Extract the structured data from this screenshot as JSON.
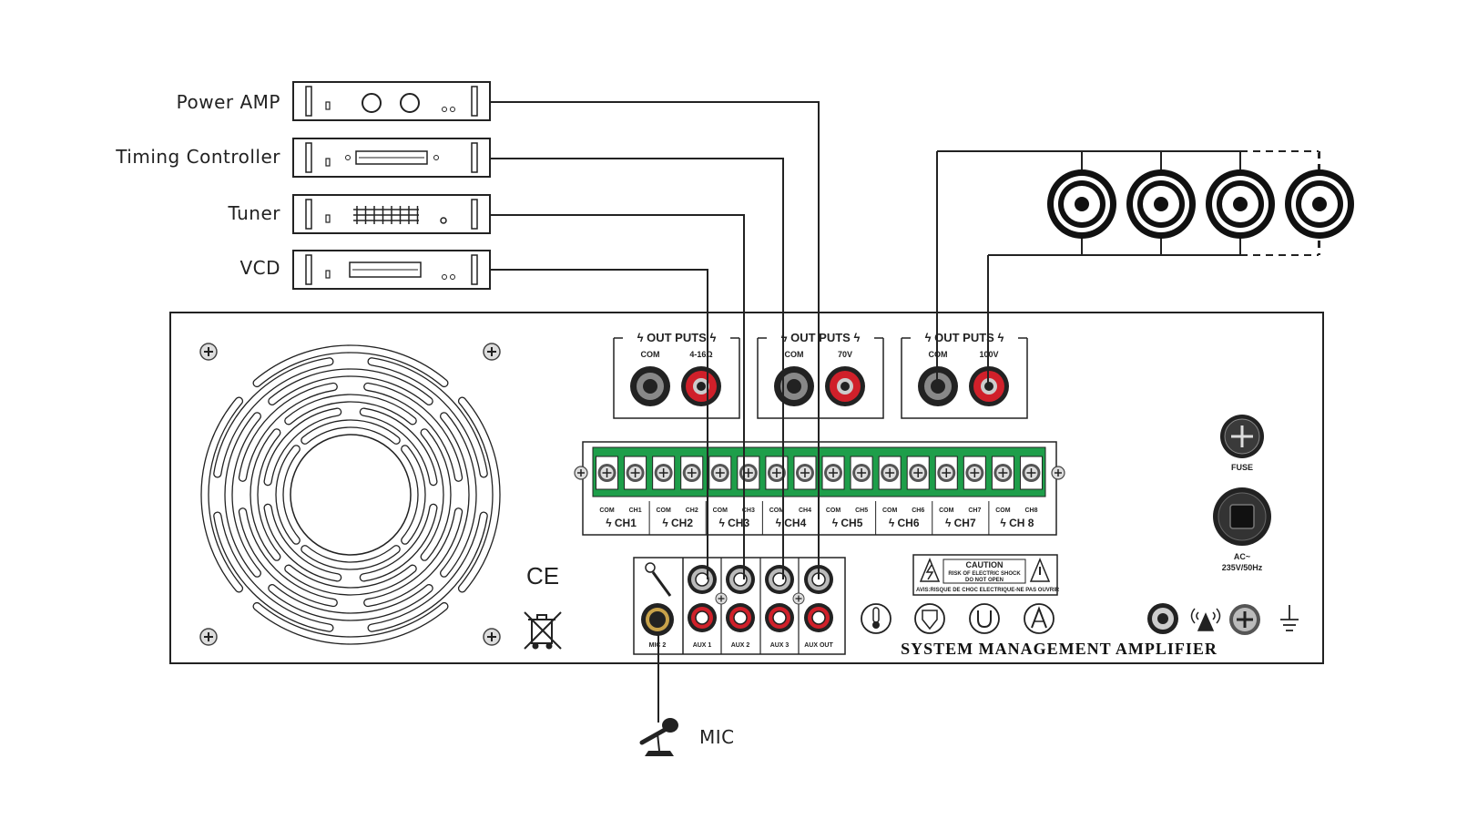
{
  "devices": [
    {
      "label": "Power AMP"
    },
    {
      "label": "Timing Controller"
    },
    {
      "label": "Tuner"
    },
    {
      "label": "VCD"
    }
  ],
  "outputs": [
    {
      "title": "OUT PUTS",
      "left": "COM",
      "right": "4-16Ω"
    },
    {
      "title": "OUT PUTS",
      "left": "COM",
      "right": "70V"
    },
    {
      "title": "OUT PUTS",
      "left": "COM",
      "right": "100V"
    }
  ],
  "channels": [
    {
      "sub_left": "COM",
      "sub_right": "CH1",
      "label": "CH1"
    },
    {
      "sub_left": "COM",
      "sub_right": "CH2",
      "label": "CH2"
    },
    {
      "sub_left": "COM",
      "sub_right": "CH3",
      "label": "CH3"
    },
    {
      "sub_left": "COM",
      "sub_right": "CH4",
      "label": "CH4"
    },
    {
      "sub_left": "COM",
      "sub_right": "CH5",
      "label": "CH5"
    },
    {
      "sub_left": "COM",
      "sub_right": "CH6",
      "label": "CH6"
    },
    {
      "sub_left": "COM",
      "sub_right": "CH7",
      "label": "CH7"
    },
    {
      "sub_left": "COM",
      "sub_right": "CH8",
      "label": "CH 8"
    }
  ],
  "inputs": {
    "mic": "MIC 2",
    "aux": [
      "AUX 1",
      "AUX 2",
      "AUX 3",
      "AUX OUT"
    ]
  },
  "fuse_label": "FUSE",
  "power_label": "AC~",
  "power_rating": "235V/50Hz",
  "caution": {
    "title": "CAUTION",
    "line1": "RISK OF ELECTRIC SHOCK",
    "line2": "DO NOT OPEN",
    "avis": "AVIS:RISQUE DE CHOC ELECTRIQUE-NE PAS OUVRIR"
  },
  "ce_mark": "CE",
  "brand": "SYSTEM MANAGEMENT AMPLIFIER",
  "mic_label": "MIC",
  "colors": {
    "terminal_green": "#1e9e4a",
    "jack_red": "#d0202a",
    "line": "#222222"
  }
}
